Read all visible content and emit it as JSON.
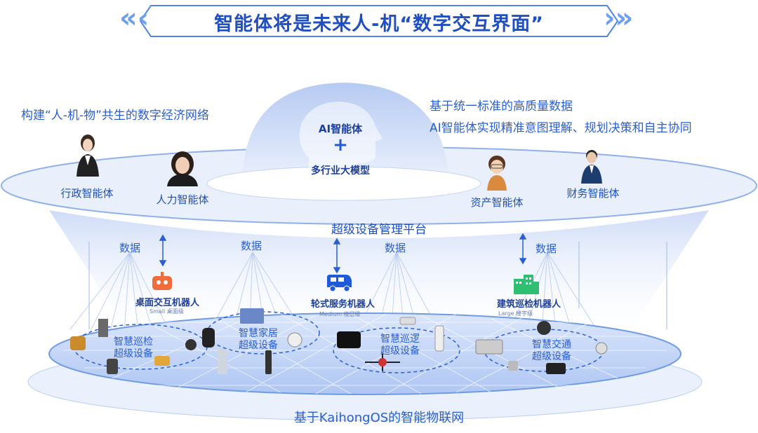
{
  "title": "智能体将是未来人-机“数字交互界面”",
  "left_heading": "构建“人-机-物”共生的数字经济网络",
  "right_heading_1": "基于统一标准的高质量数据",
  "right_heading_2": "AI智能体实现精准意图理解、规划决策和自主协同",
  "head": {
    "line1": "AI智能体",
    "plus": "+",
    "line2": "多行业大模型"
  },
  "agents": [
    "行政智能体",
    "人力智能体",
    "资产智能体",
    "财务智能体"
  ],
  "platform": "超级设备管理平台",
  "data_label": "数据",
  "robots": [
    {
      "label": "桌面交互机器人",
      "size": "Small 桌面级"
    },
    {
      "label": "轮式服务机器人",
      "size": "Medium 楼层级"
    },
    {
      "label": "建筑巡检机器人",
      "size": "Large 楼宇级"
    }
  ],
  "device_groups": [
    {
      "line1": "智慧巡检",
      "line2": "超级设备"
    },
    {
      "line1": "智慧家居",
      "line2": "超级设备"
    },
    {
      "line1": "智慧巡逻",
      "line2": "超级设备"
    },
    {
      "line1": "智慧交通",
      "line2": "超级设备"
    }
  ],
  "iot_network": "基于KaihongOS的智能物联网",
  "colors": {
    "primary": "#1f4fc0",
    "accent": "#3b82f6",
    "robot_orange": "#f26b3a",
    "building_green": "#2fbf71"
  }
}
